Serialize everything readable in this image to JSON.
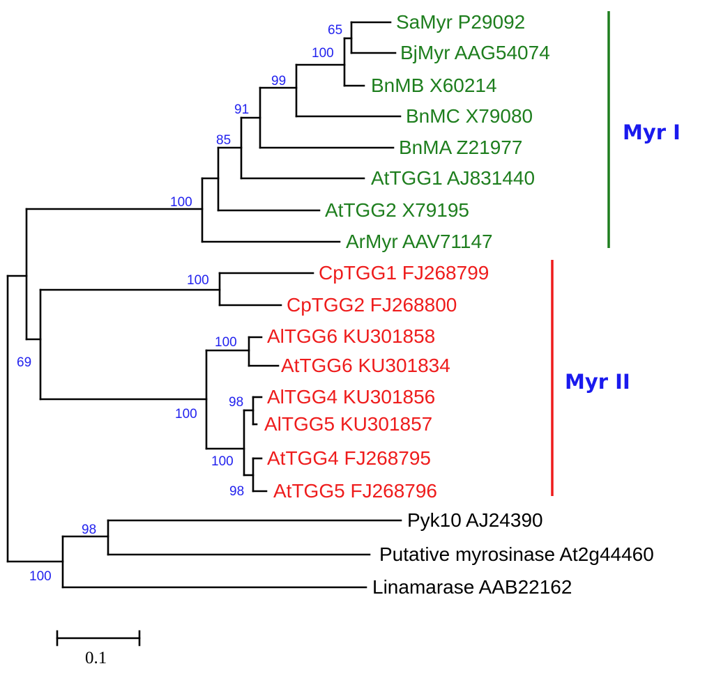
{
  "tree": {
    "taxa": [
      {
        "label": "SaMyr P29092",
        "group": "myr1"
      },
      {
        "label": "BjMyr AAG54074",
        "group": "myr1"
      },
      {
        "label": "BnMB X60214",
        "group": "myr1"
      },
      {
        "label": "BnMC X79080",
        "group": "myr1"
      },
      {
        "label": "BnMA Z21977",
        "group": "myr1"
      },
      {
        "label": "AtTGG1 AJ831440",
        "group": "myr1"
      },
      {
        "label": "AtTGG2 X79195",
        "group": "myr1"
      },
      {
        "label": "ArMyr AAV71147",
        "group": "myr1"
      },
      {
        "label": "CpTGG1 FJ268799",
        "group": "myr2"
      },
      {
        "label": "CpTGG2 FJ268800",
        "group": "myr2"
      },
      {
        "label": "AlTGG6 KU301858",
        "group": "myr2"
      },
      {
        "label": "AtTGG6 KU301834",
        "group": "myr2"
      },
      {
        "label": "AlTGG4 KU301856",
        "group": "myr2"
      },
      {
        "label": "AlTGG5 KU301857",
        "group": "myr2"
      },
      {
        "label": "AtTGG4 FJ268795",
        "group": "myr2"
      },
      {
        "label": "AtTGG5 FJ268796",
        "group": "myr2"
      },
      {
        "label": "Pyk10 AJ24390",
        "group": "outgroup"
      },
      {
        "label": "Putative myrosinase At2g44460",
        "group": "outgroup"
      },
      {
        "label": "Linamarase AAB22162",
        "group": "outgroup"
      }
    ],
    "bootstrap_values": [
      "65",
      "100",
      "99",
      "91",
      "85",
      "100",
      "100",
      "100",
      "98",
      "100",
      "100",
      "98",
      "69",
      "98",
      "100"
    ],
    "groups": [
      {
        "id": "myr1",
        "label": "Myr I",
        "color": "#1e7e1e"
      },
      {
        "id": "myr2",
        "label": "Myr II",
        "color": "#ee1c1c"
      }
    ],
    "outgroup_color": "#000000",
    "bootstrap_color": "#2222ee",
    "scale_bar": {
      "value": "0.1"
    }
  }
}
